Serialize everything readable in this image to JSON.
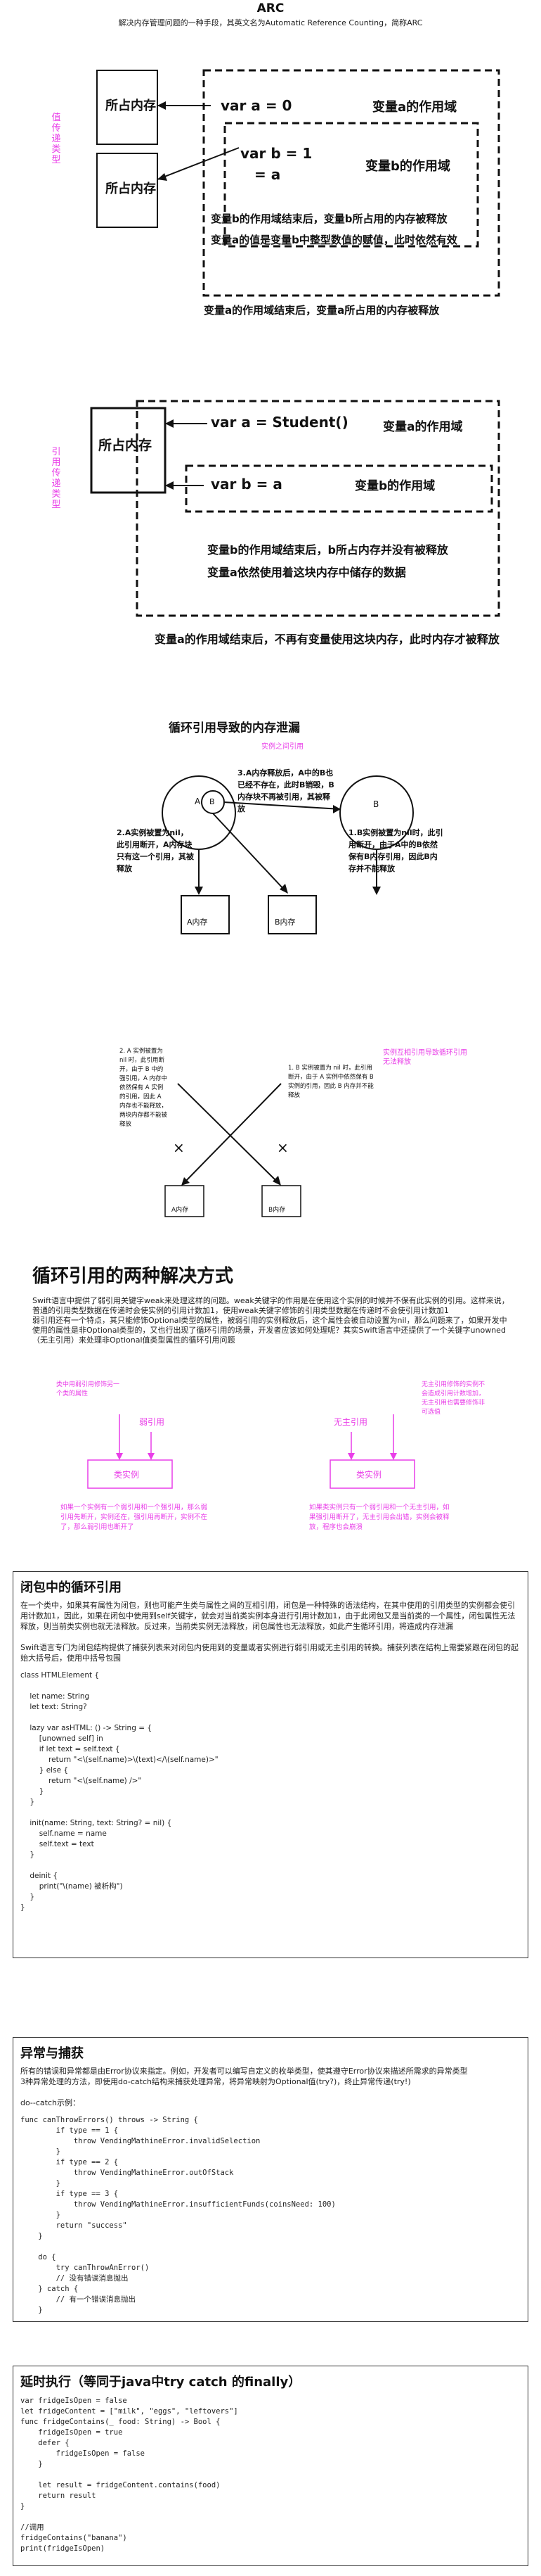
{
  "arc": {
    "title": "ARC",
    "subtitle": "解决内存管理问题的一种手段，其英文名为Automatic Reference Counting，简称ARC",
    "value_type_label": "值传递类型",
    "memory_label": "所占内存",
    "var_a0": "var  a = 0",
    "scope_a": "变量a的作用域",
    "var_b1": "var  b = 1",
    "a_eq_b": "= a",
    "scope_b": "变量b的作用域",
    "note_b1": "变量b的作用域结束后，变量b所占用的内存被释放",
    "note_b2": "变量a的值是变量b中整型数值的赋值，此时依然有效",
    "note_a": "变量a的作用域结束后，变量a所占用的内存被释放"
  },
  "ref": {
    "ref_type_label": "引用传递类型",
    "memory_label": "所占内存",
    "var_a": "var a = Student()",
    "scope_a": "变量a的作用域",
    "var_b": "var b = a",
    "scope_b": "变量b的作用域",
    "note_b1": "变量b的作用域结束后，b所占内存并没有被释放",
    "note_b2": "变量a依然使用着这块内存中储存的数据",
    "note_a": "变量a的作用域结束后，不再有变量使用这块内存，此时内存才被释放"
  },
  "cycle": {
    "title": "循环引用导致的内存泄漏",
    "pink1": "实例之间引用",
    "a": "A",
    "b": "B",
    "center": "3.A内存释放后，A中的B也已经不存在，此时B销毁，B内存块不再被引用，其被释放",
    "left": "2.A实例被置为nil，此引用断开，A内存块只有这一个引用，其被释放",
    "right": "1.B实例被置为nil时，此引用断开，由于A中的B依然保有B内存引用，因此B内存并不能释放",
    "box_a": "A内存",
    "box_b": "B内存"
  },
  "cycle2": {
    "left": "2. A 实例被置为nil 时，此引用断开，由于 B 中的强引用，A 内存中依然保有 A 实例的引用，因此 A 内存也不能释放，两块内存都不能被释放",
    "right": "1. B 实例被置为 nil 时，此引用断开，由于 A 实例中依然保有 B 实例的引用，因此 B 内存并不能释放",
    "pink": "实例互相引用导致循环引用无法释放",
    "box_a": "A内存",
    "box_b": "B内存"
  },
  "solutions": {
    "title": "循环引用的两种解决方式",
    "paragraph": "Swift语言中提供了弱引用关键字weak来处理这样的问题。weak关键字的作用是在使用这个实例的时候并不保有此实例的引用。这样来说，普通的引用类型数据在传递时会使实例的引用计数加1，使用weak关键字修饰的引用类型数据在传递时不会使引用计数加1\n弱引用还有一个特点，其只能修饰Optional类型的属性，被弱引用的实例释放后，这个属性会被自动设置为nil，那么问题来了，如果开发中使用的属性是非Optional类型的，又也行出现了循环引用的场景，开发者应该如何处理呢？其实Swift语言中还提供了一个关键字unowned（无主引用）来处理非Optional值类型属性的循环引用问题",
    "left_pink": "类中用弱引用修饰另一个类的属性",
    "weak_label": "弱引用",
    "left_class": "类实例",
    "left_note": "如果一个实例有一个弱引用和一个强引用，那么弱引用先断开，实例还在，强引用再断开，实例不在了，那么弱引用也断开了",
    "right_pink": "无主引用修饰的实例不会造成引用计数增加，无主引用也需要修饰非可选值",
    "right_label": "无主引用",
    "right_class": "类实例",
    "right_note": "如果类实例只有一个弱引用和一个无主引用，如果强引用断开了，无主引用会出错，实例会被释放，程序也会崩溃"
  },
  "closure": {
    "title": "闭包中的循环引用",
    "intro": "在一个类中，如果其有属性为闭包，则也可能产生类与属性之间的互相引用，闭包是一种特殊的语法结构，在其中使用的引用类型的实例都会使引用计数加1，因此，如果在闭包中使用到self关键字，就会对当前类实例本身进行引用计数加1，由于此闭包又是当前类的一个属性，闭包属性无法释放，则当前类实例也就无法释放。反过来，当前类实例无法释放，闭包属性也无法释放，如此产生循环引用，将造成内存泄漏\n\nSwift语言专门为闭包结构提供了捕获列表来对闭包内使用到的变量或者实例进行弱引用或无主引用的转换。捕获列表在结构上需要紧跟在闭包的起始大括号后，使用中括号包围",
    "code": "class HTMLElement {\n\n    let name: String\n    let text: String?\n\n    lazy var asHTML: () -> String = {\n        [unowned self] in\n        if let text = self.text {\n            return \"<\\(self.name)>\\(text)</\\(self.name)>\"\n        } else {\n            return \"<\\(self.name) />\"\n        }\n    }\n\n    init(name: String, text: String? = nil) {\n        self.name = name\n        self.text = text\n    }\n\n    deinit {\n        print(\"\\(name) 被析构\")\n    }\n}"
  },
  "errors": {
    "title": "异常与捕获",
    "intro": "所有的错误和异常都是由Error协议来指定。例如，开发者可以编写自定义的枚举类型，使其遵守Error协议来描述所需求的异常类型\n3种异常处理的方法，即使用do-catch结构来捕获处理异常，将异常映射为Optional值(try?)，终止异常传递(try!)\n\ndo--catch示例：",
    "code": "func canThrowErrors() throws -> String {\n        if type == 1 {\n            throw VendingMathineError.invalidSelection\n        }\n        if type == 2 {\n            throw VendingMathineError.outOfStack\n        }\n        if type == 3 {\n            throw VendingMathineError.insufficientFunds(coinsNeed: 100)\n        }\n        return \"success\"\n    }\n\n    do {\n        try canThrowAnError()\n        // 没有错误消息抛出\n    } catch {\n        // 有一个错误消息抛出\n    }"
  },
  "defer": {
    "title": "延时执行（等同于java中try catch 的finally）",
    "code": "var fridgeIsOpen = false\nlet fridgeContent = [\"milk\", \"eggs\", \"leftovers\"]\nfunc fridgeContains(_ food: String) -> Bool {\n    fridgeIsOpen = true\n    defer {\n        fridgeIsOpen = false\n    }\n\n    let result = fridgeContent.contains(food)\n    return result\n}\n\n//调用\nfridgeContains(\"banana\")\nprint(fridgeIsOpen)"
  }
}
